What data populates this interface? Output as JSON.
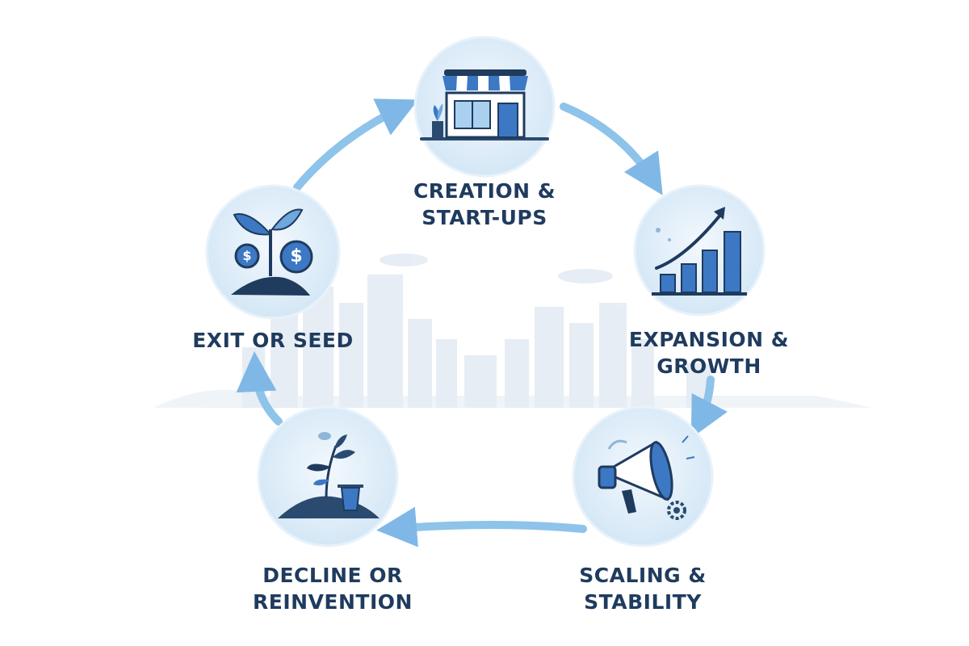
{
  "colors": {
    "ring": "#8ec3ea",
    "circle_fill": "#d9ebf8",
    "circle_edge": "#e9f3fb",
    "dark": "#1f3b5e",
    "mid": "#3c78c4",
    "light": "#a9d0ef",
    "skyline": "#e2eaf1"
  },
  "stages": [
    {
      "name": "creation",
      "icon": "storefront-icon",
      "lines": [
        "CREATION &",
        "START-UPS"
      ]
    },
    {
      "name": "expansion",
      "icon": "bar-chart-growth-icon",
      "lines": [
        "EXPANSION &",
        "GROWTH"
      ]
    },
    {
      "name": "scaling",
      "icon": "megaphone-icon",
      "lines": [
        "SCALING &",
        "STABILITY"
      ]
    },
    {
      "name": "decline",
      "icon": "wilting-plant-icon",
      "lines": [
        "DECLINE OR",
        "REINVENTION"
      ]
    },
    {
      "name": "exit",
      "icon": "sprout-coins-icon",
      "lines": [
        "EXIT OR SEED"
      ]
    }
  ]
}
